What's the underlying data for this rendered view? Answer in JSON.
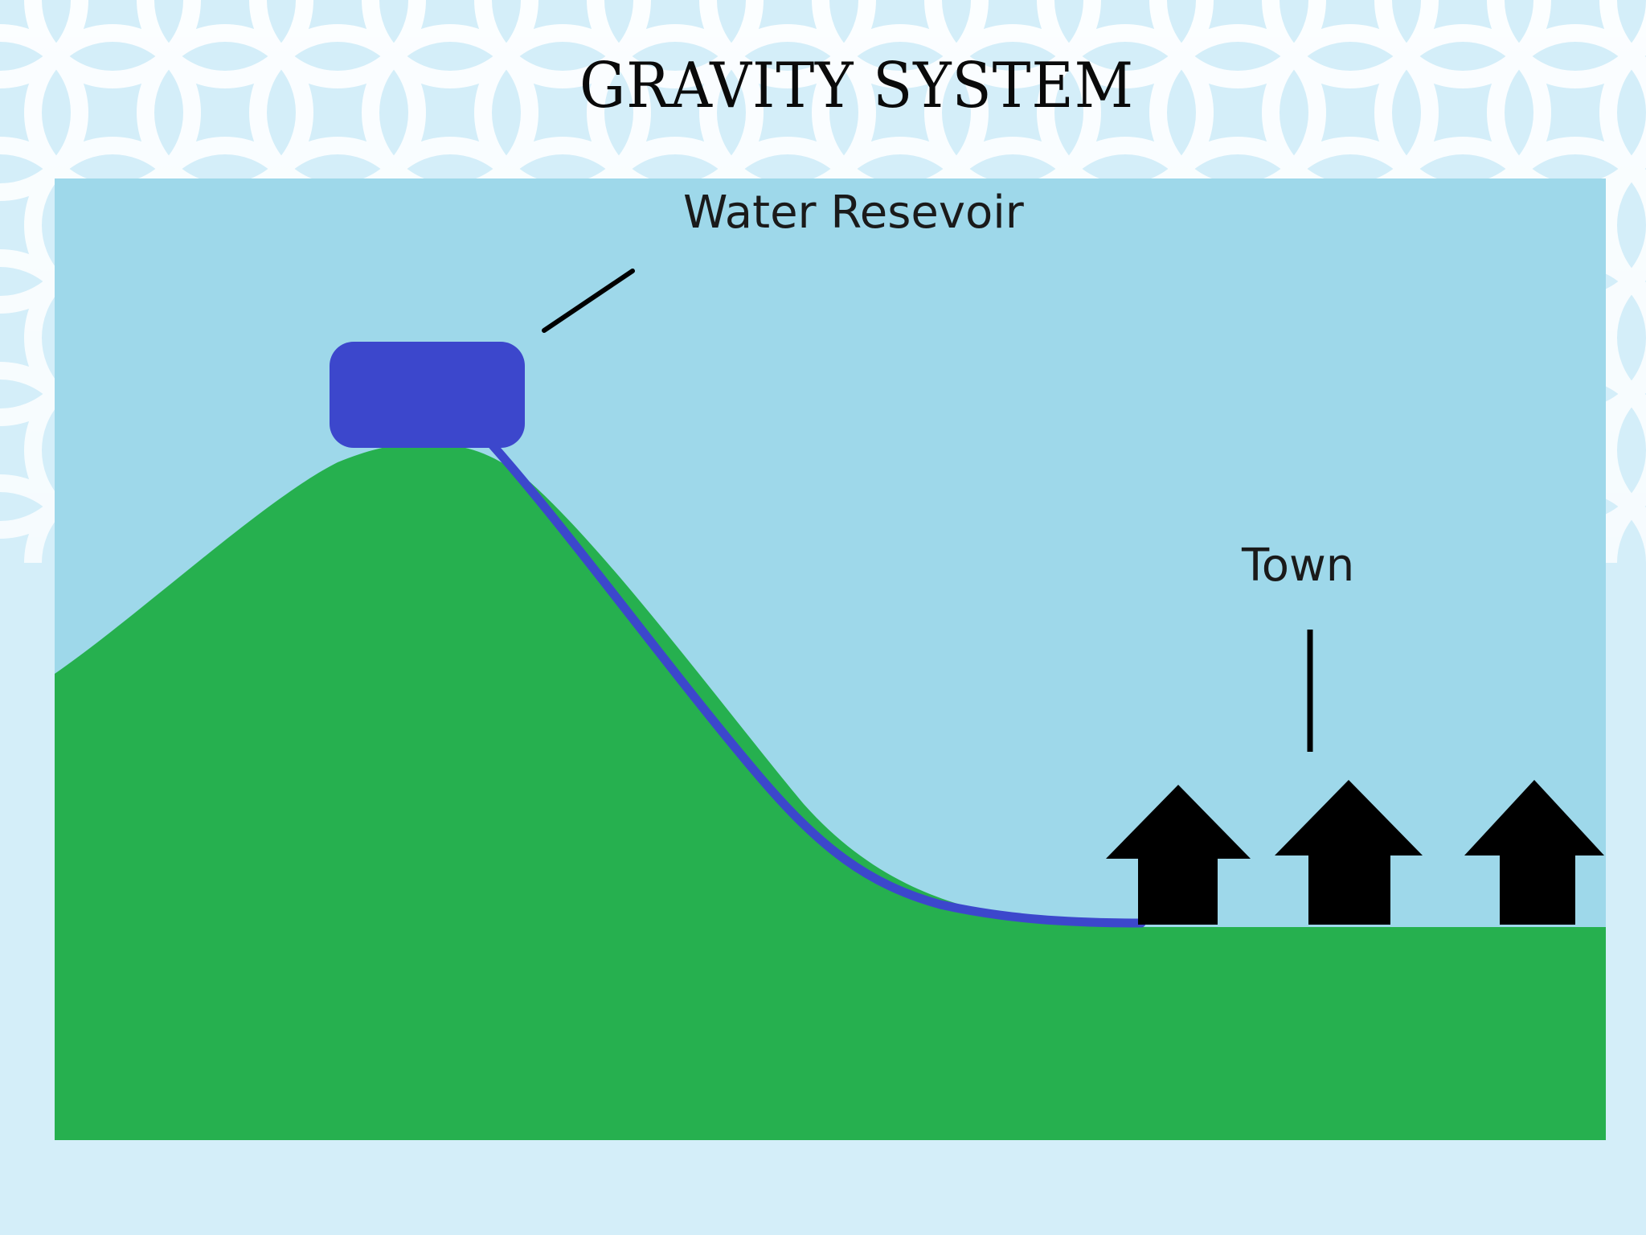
{
  "slide": {
    "title": "GRAVITY SYSTEM"
  },
  "diagram": {
    "labels": {
      "reservoir": "Water Resevoir",
      "town": "Town"
    },
    "colors": {
      "background": "#d4eef9",
      "pattern": "#ffffff",
      "sky": "#9ed8ea",
      "hill": "#26b04f",
      "reservoir": "#3c47cc",
      "pipe": "#3c47cc",
      "house": "#000000",
      "pointer": "#000000",
      "label": "#1a1a1a"
    },
    "houses": [
      {
        "name": "house-1"
      },
      {
        "name": "house-2"
      },
      {
        "name": "house-3"
      }
    ]
  }
}
